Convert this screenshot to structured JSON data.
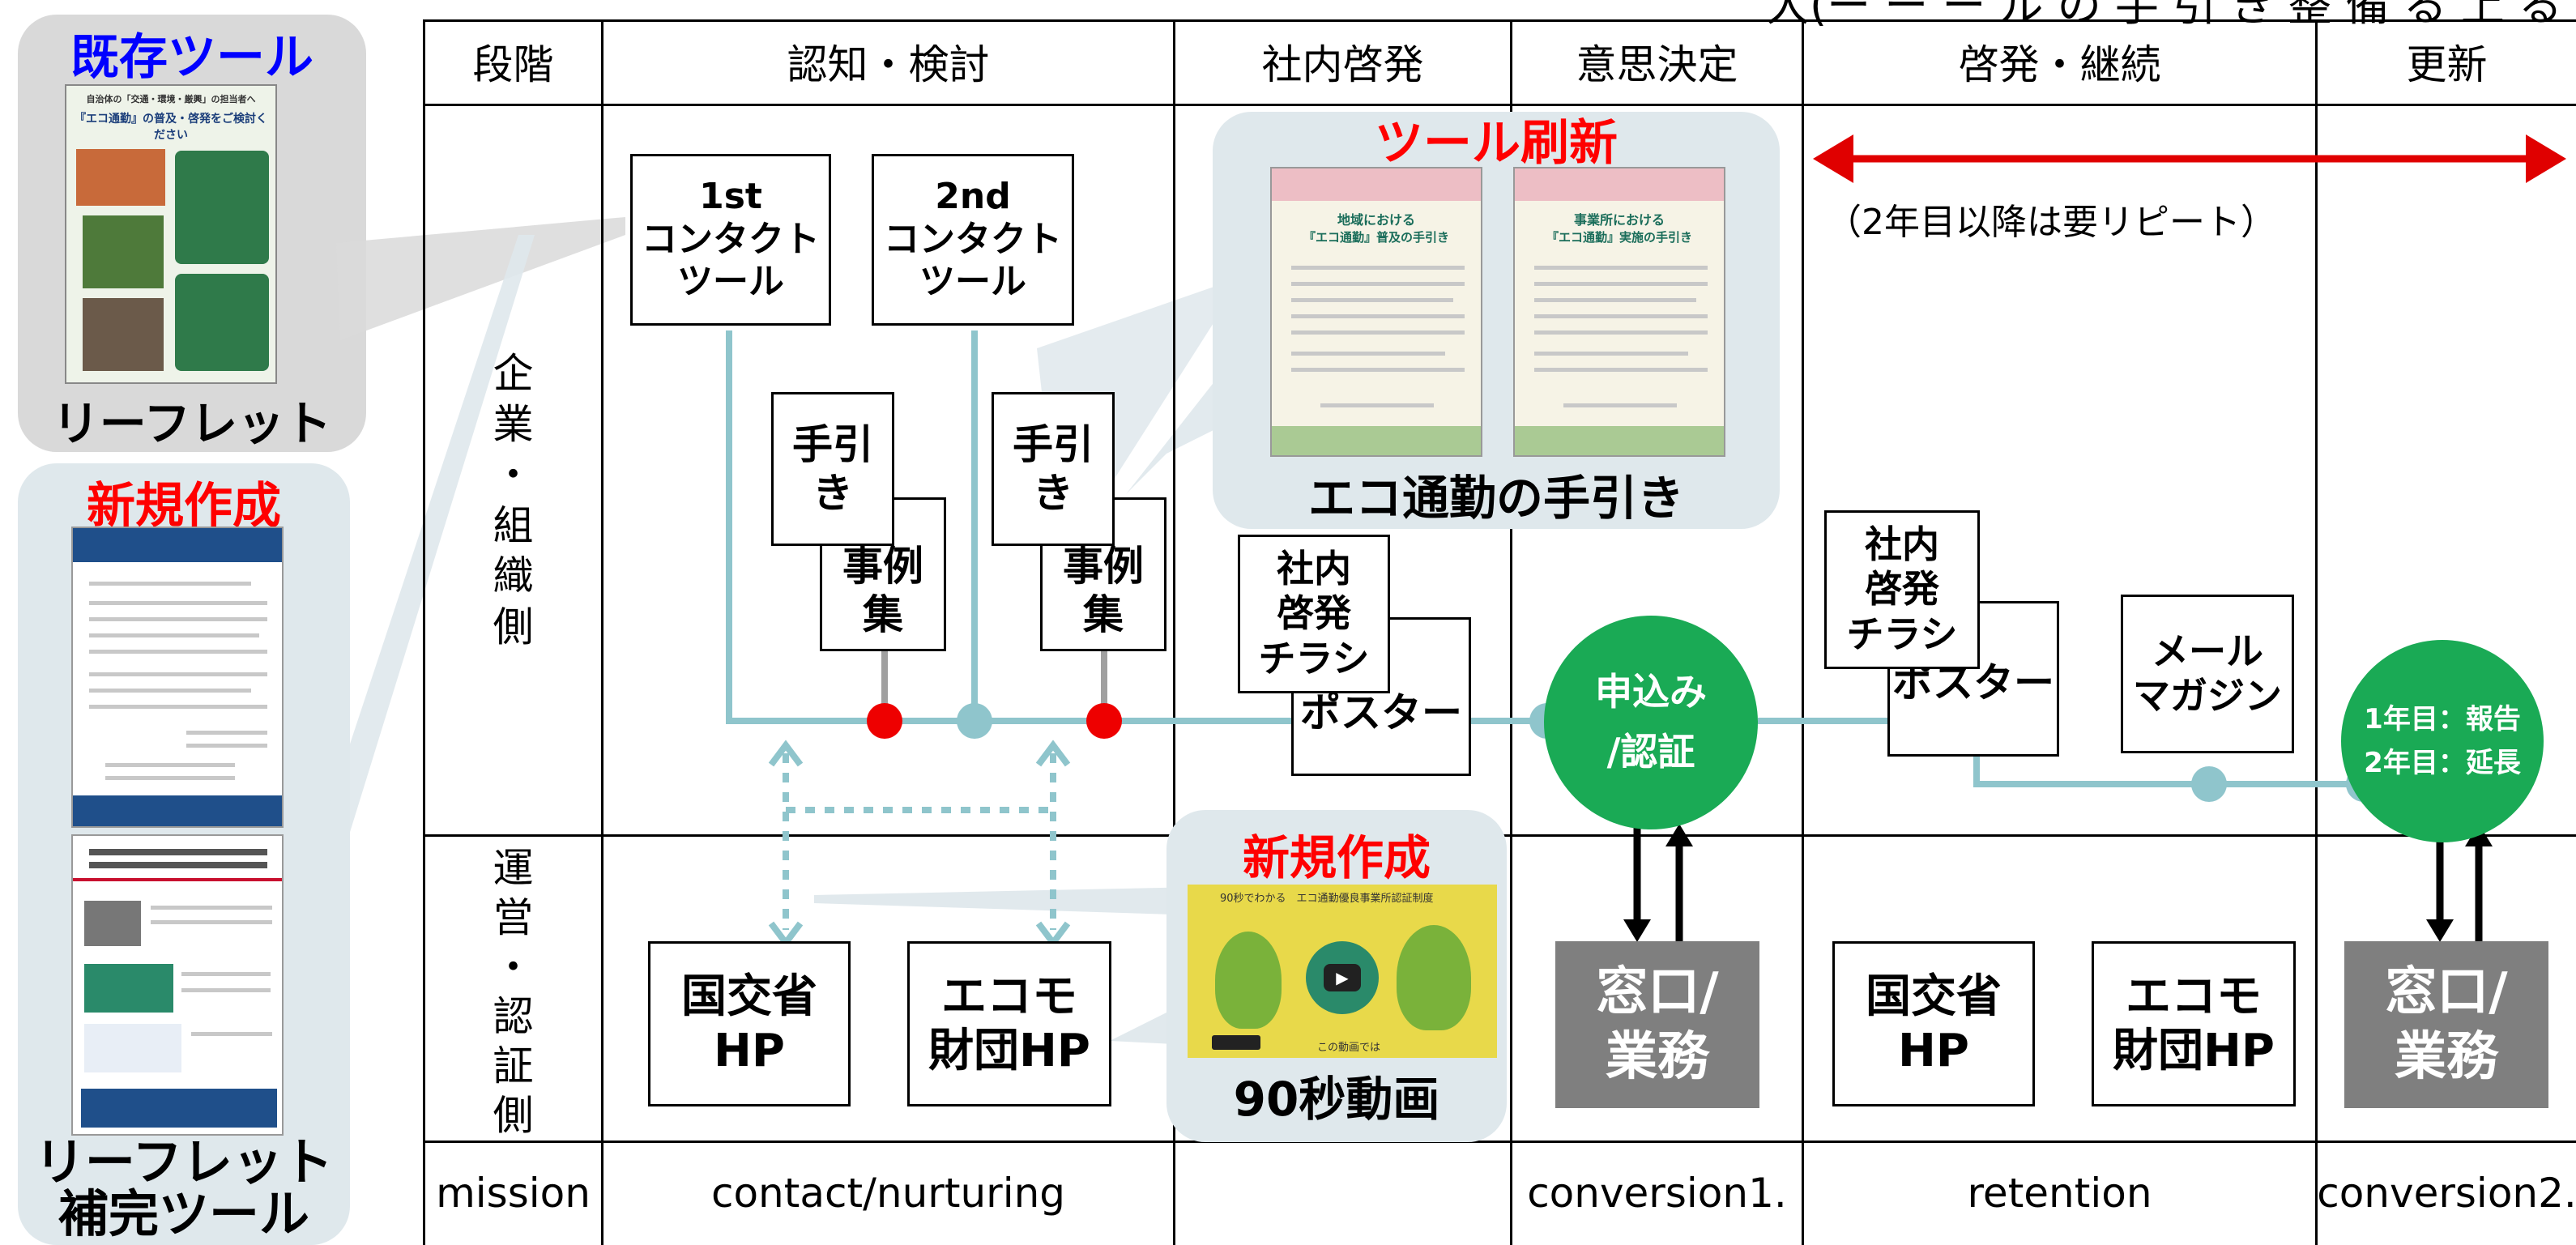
{
  "top_right_caption": "大(ー ー ー ル  の 手 引 き  整 備 る 上 る )",
  "table": {
    "headers": [
      "段階",
      "認知・検討",
      "社内啓発",
      "意思決定",
      "啓発・継続",
      "更新"
    ],
    "row_labels": {
      "company_side": [
        "企",
        "業",
        "・",
        "組",
        "織",
        "側"
      ],
      "operator_side": [
        "運",
        "営",
        "・",
        "認",
        "証",
        "側"
      ]
    },
    "footer": [
      "mission",
      "contact/nurturing",
      "",
      "conversion1.",
      "retention",
      "conversion2."
    ]
  },
  "left_panels": {
    "existing": {
      "title": "既存ツール",
      "caption": "リーフレット",
      "leaflet_header": "自治体の「交通・環境・厳興」の担当者へ",
      "leaflet_main": "『エコ通勤』の普及・啓発をご検討ください"
    },
    "new": {
      "title": "新規作成",
      "caption_line1": "リーフレット",
      "caption_line2": "補完ツール"
    }
  },
  "tool_refresh": {
    "title": "ツール刷新",
    "caption": "エコ通勤の手引き",
    "doc1_line1": "地域における",
    "doc1_line2": "『エコ通勤』普及の手引き",
    "doc2_line1": "事業所における",
    "doc2_line2": "『エコ通勤』実施の手引き"
  },
  "video_panel": {
    "title": "新規作成",
    "caption": "90秒動画",
    "video_title": "90秒でわかる　エコ通勤優良事業所認証制度",
    "video_sub": "この動画では"
  },
  "boxes": {
    "first_contact": "1st\nコンタクト\nツール",
    "second_contact": "2nd\nコンタクト\nツール",
    "guide1": "手引\nき",
    "cases1": "事例\n集",
    "guide2": "手引\nき",
    "cases2": "事例\n集",
    "flyer1": "社内\n啓発\nチラシ",
    "poster1": "ポスター",
    "flyer2": "社内\n啓発\nチラシ",
    "poster2": "ポスター",
    "mail": "メール\nマガジン",
    "mlit_hp1": "国交省\nHP",
    "ecomo_hp1": "エコモ\n財団HP",
    "mlit_hp2": "国交省\nHP",
    "ecomo_hp2": "エコモ\n財団HP",
    "window1": "窓口/\n業務",
    "window2": "窓口/\n業務"
  },
  "circles": {
    "apply": "申込み\n/認証",
    "renewal": "1年目：報告\n2年目：延長"
  },
  "repeat_note": "（2年目以降は要リピート）",
  "colors": {
    "teal_line": "#8fc5cc",
    "red_dot": "#ee0000",
    "green_circle": "#1aaa55",
    "grey_box": "#7f7f7f",
    "red_title": "#ff0000",
    "blue_title": "#0000ff",
    "red_arrow": "#e00000"
  }
}
